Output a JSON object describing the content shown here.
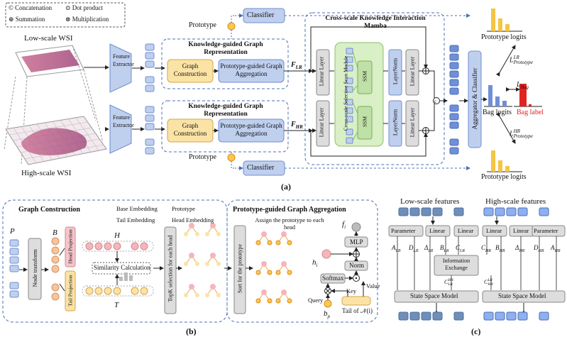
{
  "legend": {
    "concat": "Concatenation",
    "dot": "Dot product",
    "sum": "Summation",
    "mult": "Multiplication",
    "concat_sym": "©",
    "dot_sym": "⊙",
    "sum_sym": "⊕",
    "mult_sym": "⊗"
  },
  "panel_a": {
    "low_wsi": "Low-scale WSI",
    "high_wsi": "High-scale WSI",
    "feature_extractor": "Feature Extractor",
    "prototype": "Prototype",
    "classifier": "Classifier",
    "kg_title": "Knowledge-guided Graph Representation",
    "graph_construction": "Graph Construction",
    "proto_agg": "Prototype-guided Graph Aggregation",
    "f_lr": "F",
    "f_lr_sub": "LR",
    "f_hr": "F",
    "f_hr_sub": "HR",
    "mamba_title": "Cross-scale Knowledge Interaction Mamba",
    "linear_layer": "Linear Layer",
    "selective_scan": "Cross-scale Selective Scan Module",
    "ssm": "SSM",
    "layernorm": "LayerNorm",
    "aggregator": "Aggregator & Classifier",
    "prototype_logits": "Prototype logits",
    "bag_logits": "Bag logits",
    "bag_label": "Bag label",
    "l_proto": "L",
    "l_proto_lr_sup": "LR",
    "l_proto_hr_sup": "HR",
    "l_proto_sub": "Prototype",
    "l_bag_sub": "Bag",
    "caption": "(a)"
  },
  "panel_b": {
    "gc_title": "Graph Construction",
    "p": "P",
    "b": "B",
    "h": "H",
    "t": "T",
    "node_transform": "Node transform",
    "head_projection": "Head Projection",
    "tail_projection": "Tail Projection",
    "similarity": "Similarity Calculation",
    "topk": "TopK selection for each head",
    "base_emb": "Base Embedding",
    "prototype": "Prototype",
    "tail_emb": "Tail Embedding",
    "head_emb": "Head Embedding",
    "pga_title": "Prototype-guided Graph Aggregation",
    "sort": "Sort for the prototype",
    "assign": "Assign the prototype to each head",
    "mlp": "MLP",
    "norm": "Norm",
    "softmax": "Softmax",
    "query": "Query",
    "key": "Key",
    "value": "Value",
    "fi": "f",
    "fi_sub": "i",
    "hi": "h",
    "hi_sub": "i",
    "bp": "b",
    "bp_sub": "p",
    "tail_of": "Tail of 𝒩(i)",
    "caption": "(b)"
  },
  "panel_c": {
    "low_feat": "Low-scale features",
    "high_feat": "High-scale features",
    "parameter": "Parameter",
    "linear": "Linear",
    "info_exchange": "Information Exchange",
    "ssm_model": "State Space Model",
    "a_lr": "A",
    "d_lr": "D",
    "delta_lr": "Δ",
    "b_lr": "B",
    "c_lr": "C",
    "c_hr": "C",
    "b_hr": "B",
    "delta_hr": "Δ",
    "d_hr": "D",
    "a_hr": "A",
    "sub_lr": "LR",
    "sub_hr": "HR",
    "c_lr_hr": "C",
    "c_hr_lr": "C",
    "caption": "(c)"
  },
  "colors": {
    "blue_fill": "#bfcfee",
    "blue_dark": "#6f8fd0",
    "yellow_fill": "#fbe3a6",
    "green_fill": "#d9efc6",
    "pink_fill": "#f5c5cb",
    "orange": "#f2a33a",
    "red": "#e32222",
    "bar_yellow": "#f5c543",
    "bar_blue": "#6f8fd8",
    "grey_box": "#d8d8d8",
    "dash_blue": "#4a6fb5"
  }
}
